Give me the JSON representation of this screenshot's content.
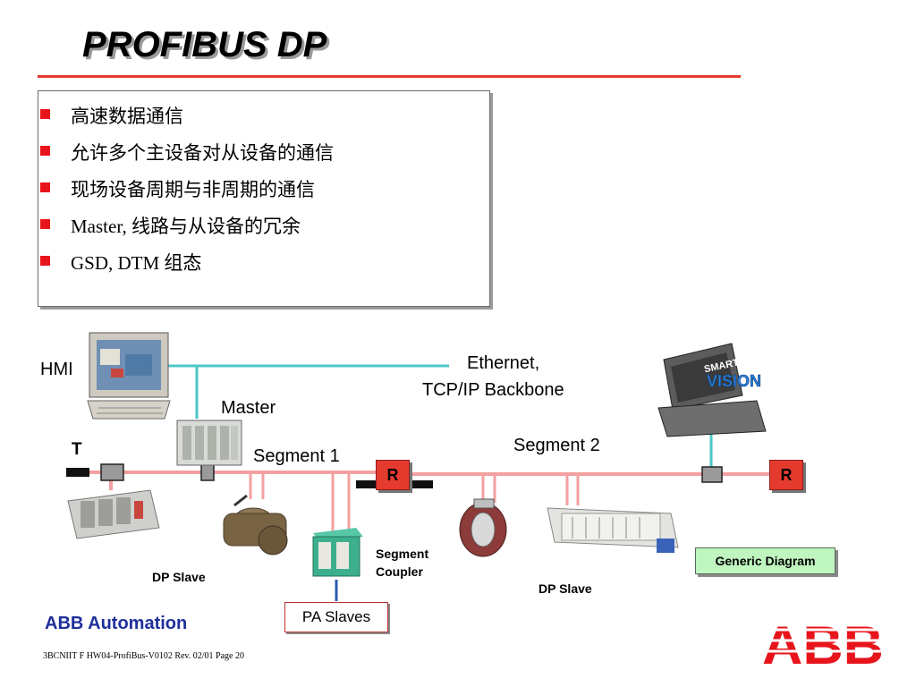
{
  "title": "PROFIBUS DP",
  "bullets": [
    "高速数据通信",
    "允许多个主设备对从设备的通信",
    "现场设备周期与非周期的通信",
    "Master, 线路与从设备的冗余",
    "GSD, DTM 组态"
  ],
  "diagram": {
    "hmi_label": "HMI",
    "ethernet_label_line1": "Ethernet,",
    "ethernet_label_line2": "TCP/IP Backbone",
    "master_label": "Master",
    "terminator_label": "T",
    "segment1_label": "Segment 1",
    "segment2_label": "Segment 2",
    "repeater_label": "R",
    "dp_slave_left_label": "DP Slave",
    "dp_slave_right_label": "DP Slave",
    "segment_coupler_line1": "Segment",
    "segment_coupler_line2": "Coupler",
    "pa_slaves_label": "PA Slaves",
    "generic_diagram_label": "Generic Diagram",
    "smart_vision_line1": "SMART",
    "smart_vision_line2": "VISION"
  },
  "brand": "ABB Automation",
  "footer": "3BCNIIT F HW04-ProfiBus-V0102  Rev. 02/01 Page 20",
  "logo_text": "ABB",
  "colors": {
    "accent_red": "#e53a2e",
    "bus_pink": "#f4a0a0",
    "ethernet_cyan": "#4cc6c6",
    "brand_blue": "#1f2f9a"
  }
}
